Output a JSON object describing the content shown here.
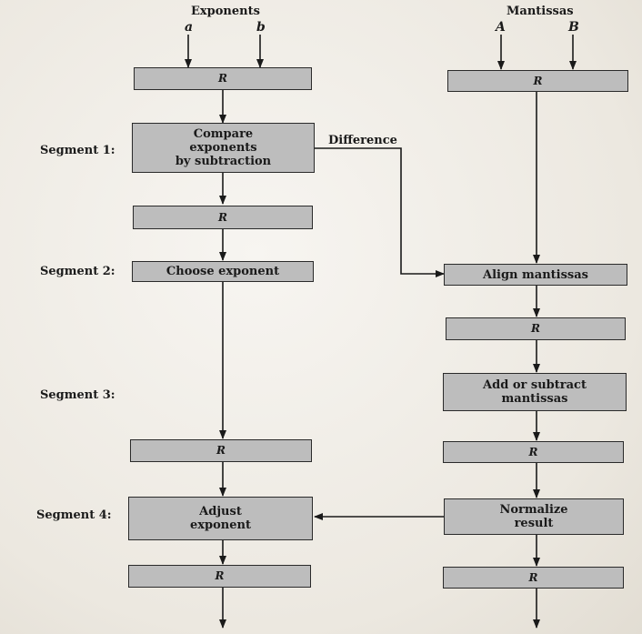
{
  "headers": {
    "exponents": "Exponents",
    "mantissas": "Mantissas"
  },
  "inputs": {
    "a": "a",
    "b": "b",
    "A": "A",
    "B": "B"
  },
  "register_label": "R",
  "segments": {
    "s1": "Segment 1:",
    "s2": "Segment 2:",
    "s3": "Segment 3:",
    "s4": "Segment 4:"
  },
  "blocks": {
    "compare": [
      "Compare",
      "exponents",
      "by subtraction"
    ],
    "choose": "Choose exponent",
    "align": "Align mantissas",
    "addsub": [
      "Add or subtract",
      "mantissas"
    ],
    "adjust": [
      "Adjust",
      "exponent"
    ],
    "normalize": [
      "Normalize",
      "result"
    ]
  },
  "difference_label": "Difference"
}
